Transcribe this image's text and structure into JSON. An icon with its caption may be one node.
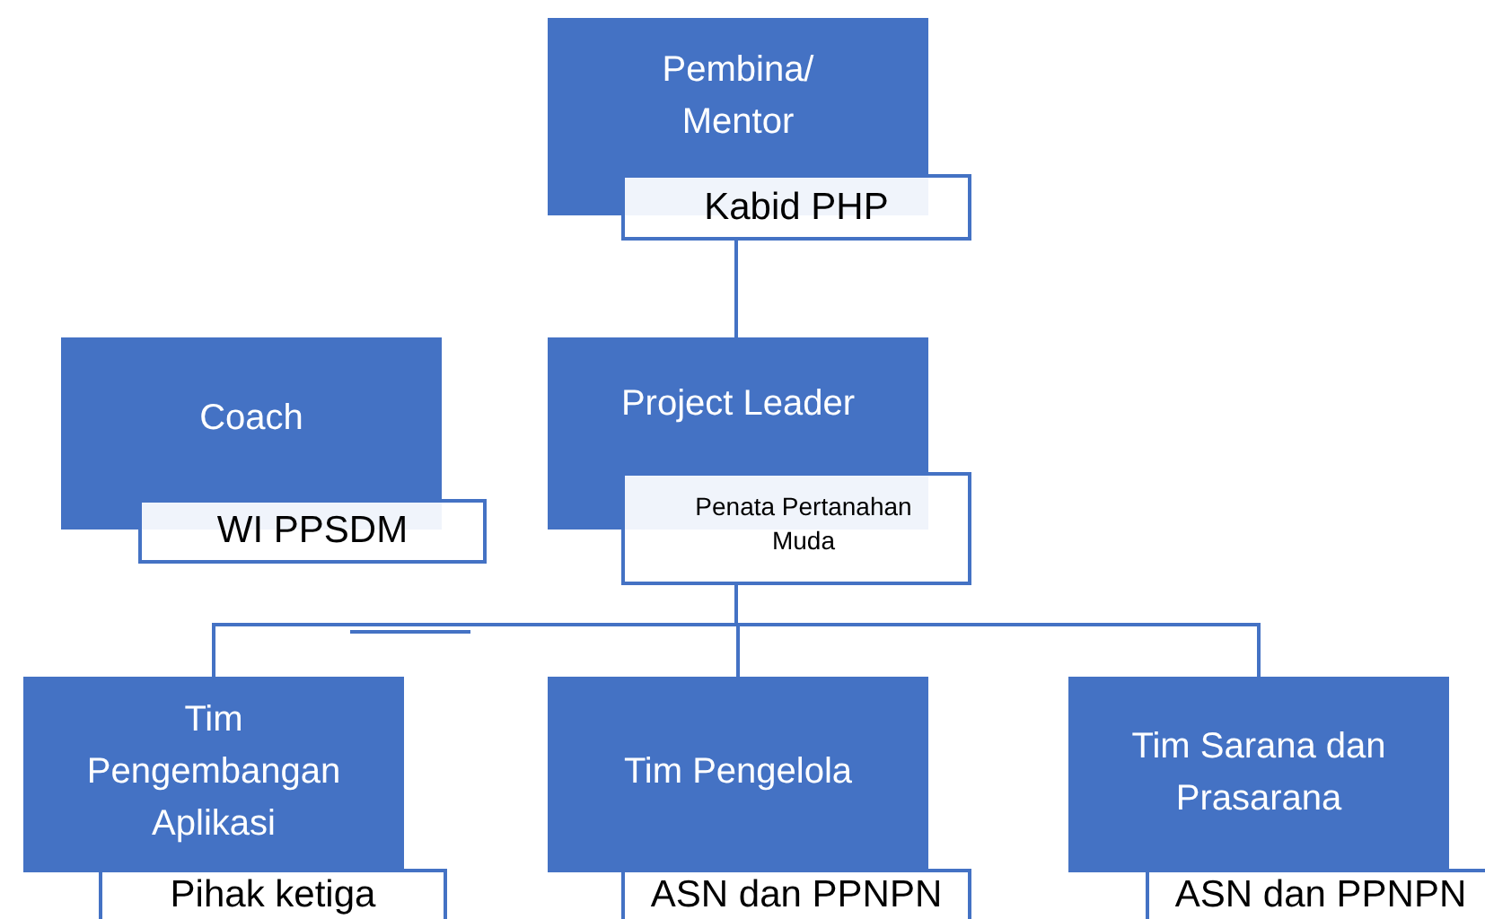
{
  "diagram": {
    "nodes": [
      {
        "text": [
          "Pembina/ Mentor"
        ]
      },
      {
        "text": [
          "Kabid PHP"
        ]
      },
      {
        "text": [
          "Coach"
        ]
      },
      {
        "text": [
          "WI PPSDM"
        ]
      },
      {
        "text": [
          "Project Leader"
        ]
      },
      {
        "text": [
          "Penata Pertanahan Muda"
        ]
      },
      {
        "text": [
          "Tim Pengembangan Aplikasi"
        ]
      },
      {
        "text": [
          "Pihak ketiga"
        ]
      },
      {
        "text": [
          "Tim Pengelola"
        ]
      },
      {
        "text": [
          "ASN dan PPNPN"
        ]
      },
      {
        "text": [
          "Tim Sarana dan Prasarana"
        ]
      },
      {
        "text": [
          "ASN dan PPNPN"
        ]
      }
    ],
    "edges": [
      {
        "from": 1,
        "to": 4,
        "arrow": "none"
      },
      {
        "from": 5,
        "to": 6,
        "arrow": "none"
      },
      {
        "from": 5,
        "to": 8,
        "arrow": "none"
      },
      {
        "from": 5,
        "to": 10,
        "arrow": "none"
      }
    ]
  }
}
